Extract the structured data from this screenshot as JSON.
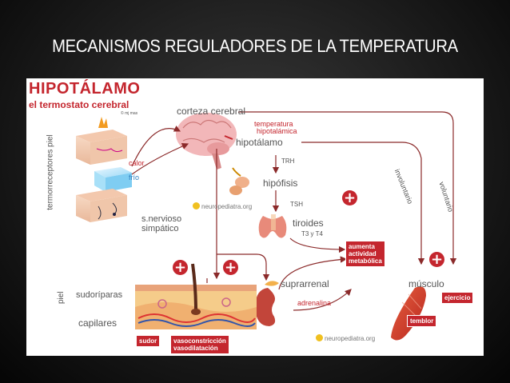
{
  "slide": {
    "title": "MECANISMOS REGULADORES DE LA TEMPERATURA"
  },
  "diagram": {
    "header_main": "HIPOTÁLAMO",
    "header_sub": "el termostato cerebral",
    "copyright": "© mj mas",
    "labels": {
      "corteza": "corteza cerebral",
      "temperatura": "temperatura",
      "hipotalamica": "hipotalámica",
      "hipotalamo": "hipotálamo",
      "trh": "TRH",
      "hipofisis": "hipófisis",
      "tsh": "TSH",
      "tiroides": "tiroides",
      "t3t4": "T3 y T4",
      "termorreceptores": "termorreceptores piel",
      "calor": "calor",
      "frio": "frío",
      "snervioso": "s.nervioso",
      "simpatico": "simpático",
      "involuntario": "involuntario",
      "voluntario": "voluntario",
      "suprarrenal": "suprarrenal",
      "adrenalina": "adrenalina",
      "musculo": "músculo",
      "piel": "piel",
      "sudoriparas": "sudoríparas",
      "capilares": "capilares"
    },
    "boxes": {
      "aumenta_1": "aumenta",
      "aumenta_2": "actividad",
      "aumenta_3": "metabólica",
      "ejercicio": "ejercicio",
      "temblor": "temblor",
      "sudor": "sudor",
      "vaso_1": "vasoconstricción",
      "vaso_2": "vasodilatación"
    },
    "watermarks": [
      "neuropediatra.org",
      "neuropediatra.org"
    ],
    "plus_sign": "+",
    "colors": {
      "accent_red": "#c4262e",
      "arrow": "#8b2a2a",
      "text_gray": "#555555"
    }
  }
}
